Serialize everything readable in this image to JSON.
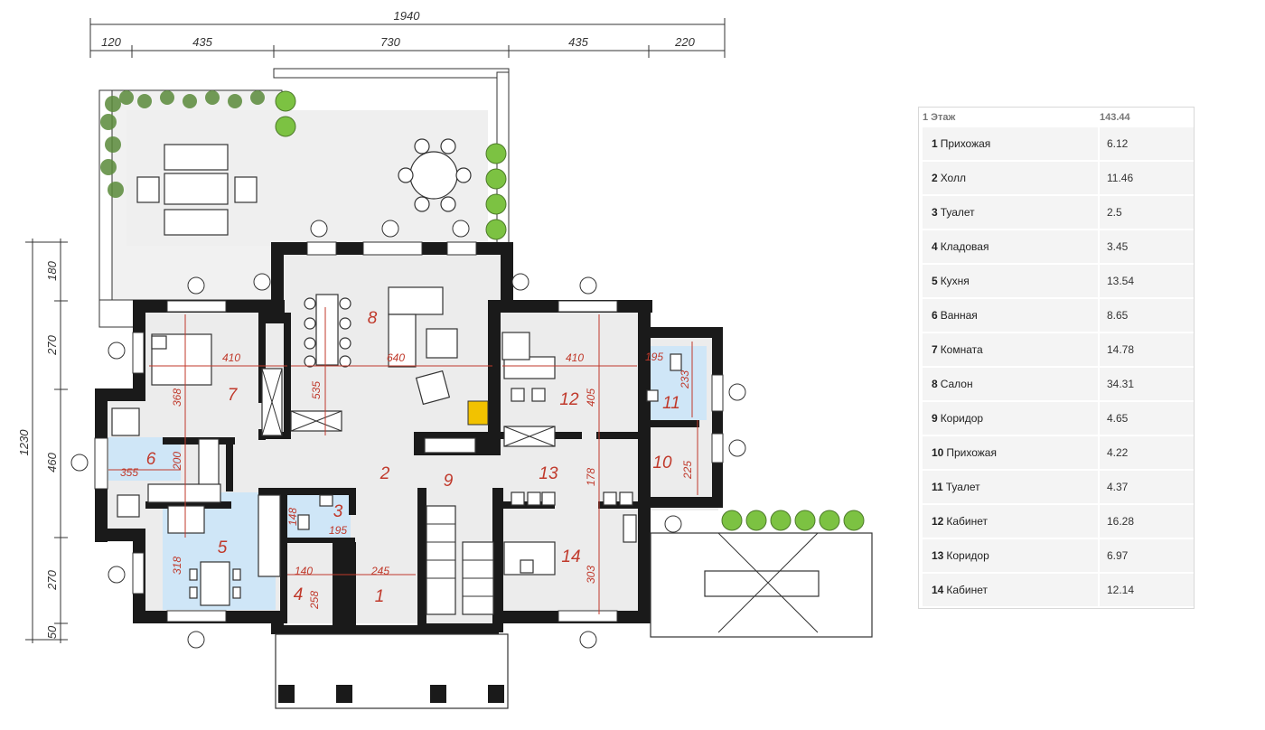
{
  "plan": {
    "top_dims": {
      "total": "1940",
      "segments": [
        "120",
        "435",
        "730",
        "435",
        "220"
      ]
    },
    "left_dims": {
      "total": "1230",
      "segments": [
        "180",
        "270",
        "460",
        "270",
        "50"
      ]
    },
    "rooms": {
      "r1": "1",
      "r2": "2",
      "r3": "3",
      "r4": "4",
      "r5": "5",
      "r6": "6",
      "r7": "7",
      "r8": "8",
      "r9": "9",
      "r10": "10",
      "r11": "11",
      "r12": "12",
      "r13": "13",
      "r14": "14"
    },
    "inner_dims": {
      "d410a": "410",
      "d368": "368",
      "d640": "640",
      "d535": "535",
      "d410b": "410",
      "d405": "405",
      "d195a": "195",
      "d233": "233",
      "d355": "355",
      "d200": "200",
      "d178": "178",
      "d225": "225",
      "d148": "148",
      "d195b": "195",
      "d318": "318",
      "d140": "140",
      "d245": "245",
      "d258": "258",
      "d303": "303"
    }
  },
  "table": {
    "header": {
      "label": "1 Этаж",
      "value": "143.44"
    },
    "rows": [
      {
        "num": "1",
        "name": "Прихожая",
        "area": "6.12"
      },
      {
        "num": "2",
        "name": "Холл",
        "area": "11.46"
      },
      {
        "num": "3",
        "name": "Туалет",
        "area": "2.5"
      },
      {
        "num": "4",
        "name": "Кладовая",
        "area": "3.45"
      },
      {
        "num": "5",
        "name": "Кухня",
        "area": "13.54"
      },
      {
        "num": "6",
        "name": "Ванная",
        "area": "8.65"
      },
      {
        "num": "7",
        "name": "Комната",
        "area": "14.78"
      },
      {
        "num": "8",
        "name": "Салон",
        "area": "34.31"
      },
      {
        "num": "9",
        "name": "Коридор",
        "area": "4.65"
      },
      {
        "num": "10",
        "name": "Прихожая",
        "area": "4.22"
      },
      {
        "num": "11",
        "name": "Туалет",
        "area": "4.37"
      },
      {
        "num": "12",
        "name": "Кабинет",
        "area": "16.28"
      },
      {
        "num": "13",
        "name": "Коридор",
        "area": "6.97"
      },
      {
        "num": "14",
        "name": "Кабинет",
        "area": "12.14"
      }
    ]
  },
  "colors": {
    "wall": "#1a1a1a",
    "floor": "#ededed",
    "wet_room": "#cfe6f7",
    "dim_red": "#c0392b",
    "hedge": "#7cc242"
  }
}
